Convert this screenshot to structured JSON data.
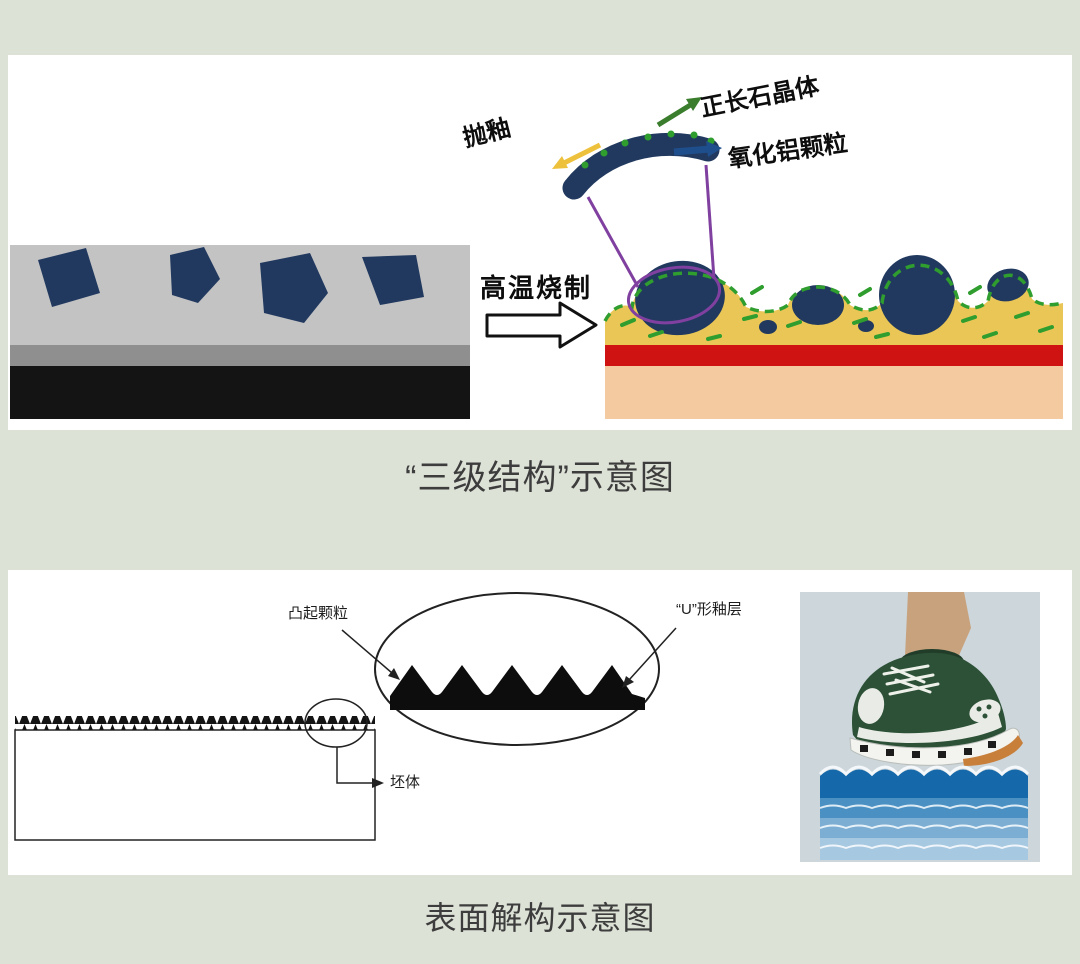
{
  "page": {
    "background_color": "#dde2d7",
    "panel_color": "#ffffff"
  },
  "top_figure": {
    "caption": "“三级结构”示意图",
    "process_arrow_label": "高温烧制",
    "annotations": {
      "glaze": "抛釉",
      "feldspar_crystal": "正长石晶体",
      "alumina_particle": "氧化铝颗粒"
    },
    "colors": {
      "unfired_body_gray": "#c3c3c3",
      "unfired_interlayer_gray": "#8f8f8f",
      "unfired_base_black": "#141414",
      "particle_navy": "#21395f",
      "glaze_yellow": "#e9c656",
      "fired_red_layer": "#cf1212",
      "fired_base_peach": "#f4caa0",
      "crystal_green": "#2f9e2f",
      "arrow_yellow": "#eec13c",
      "arrow_green": "#3a7d2c",
      "arrow_blue": "#1f4e8c",
      "magnifier_purple": "#8040a0"
    }
  },
  "bottom_figure": {
    "caption": "表面解构示意图",
    "annotations": {
      "protruding_particles": "凸起颗粒",
      "u_shaped_glaze": "“U”形釉层",
      "green_body": "坯体"
    },
    "colors": {
      "line_black": "#222222",
      "water_blue": "#1569aa",
      "shoe_green": "#2c5136",
      "sole_orange": "#c87f3a",
      "skin_tan": "#c8a27d"
    }
  }
}
